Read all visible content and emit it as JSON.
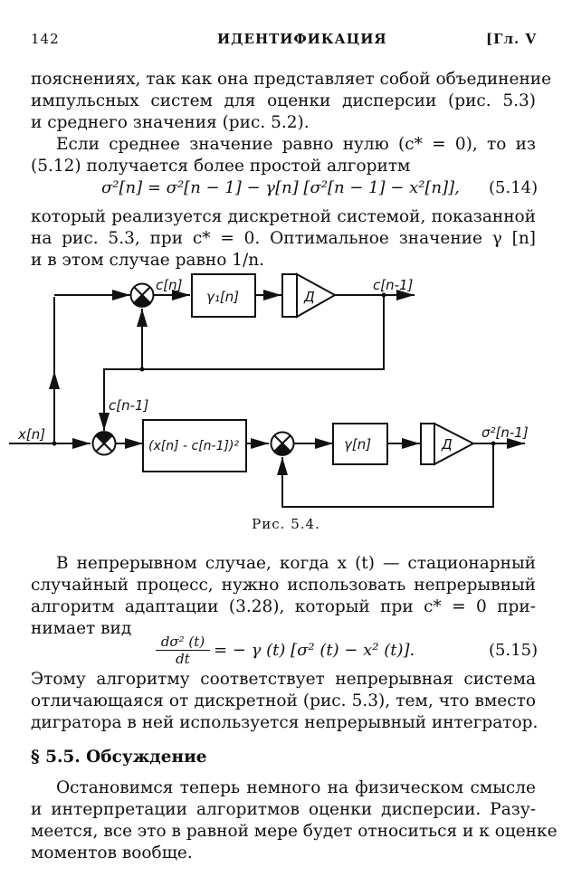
{
  "header": {
    "page_number": "142",
    "running_title": "ИДЕНТИФИКАЦИЯ",
    "chapter": "[Гл. V"
  },
  "para1": [
    "пояснениях, так как она представляет собой объединение",
    "импульсных систем для оценки дисперсии (рис. 5.3)",
    "и среднего значения (рис. 5.2)."
  ],
  "para2": [
    "Если среднее значение равно нулю (c* = 0), то из",
    "(5.12) получается более простой алгоритм"
  ],
  "eq514": {
    "formula": "σ²[n] = σ²[n − 1] − γ[n] [σ²[n − 1] − x²[n]],",
    "number": "(5.14)"
  },
  "para3": [
    "который реализуется дискретной системой, показанной",
    "на рис. 5.3, при c* = 0. Оптимальное значение γ [n]",
    "и в этом случае равно 1/n."
  ],
  "figure": {
    "labels": {
      "c_n": "c[n]",
      "gamma1": "γ₁[n]",
      "delay1": "Д",
      "c_n1_out": "c[n-1]",
      "c_n1_fb": "c[n-1]",
      "x_n": "x[n]",
      "square": "(x[n] - c[n-1])²",
      "gamma": "γ[n]",
      "delay2": "Д",
      "sigma_out": "σ²[n-1]"
    },
    "caption": "Рис. 5.4."
  },
  "para4": [
    "В непрерывном случае, когда x (t) — стационарный",
    "случайный процесс, нужно использовать непрерывный",
    "алгоритм адаптации (3.28), который при c* = 0 при-",
    "нимает вид"
  ],
  "eq515": {
    "lhs_num": "dσ² (t)",
    "lhs_den": "dt",
    "rhs": "= − γ (t) [σ² (t) − x² (t)].",
    "number": "(5.15)"
  },
  "para5": [
    "Этому алгоритму соответствует непрерывная система",
    "отличающаяся от дискретной (рис. 5.3), тем, что вместо",
    "дигратора в ней используется непрерывный интегратор."
  ],
  "section": "§ 5.5. Обсуждение",
  "para6": [
    "Остановимся теперь немного на физическом смысле",
    "и интерпретации алгоритмов оценки дисперсии. Разу-",
    "меется, все это в равной мере будет относиться и к оценке",
    "моментов вообще."
  ]
}
